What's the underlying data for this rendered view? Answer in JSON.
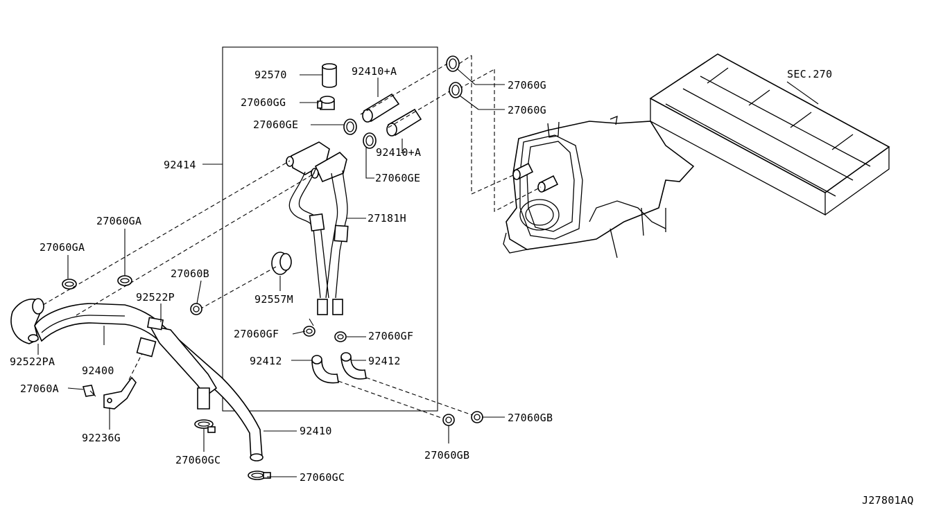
{
  "diagram_id": "J27801AQ",
  "section_ref": "SEC.270",
  "callouts": {
    "p92570": "92570",
    "p92410A_1": "92410+A",
    "p27060GG": "27060GG",
    "p27060GE_1": "27060GE",
    "p92414": "92414",
    "p92410A_2": "92410+A",
    "p27060GE_2": "27060GE",
    "p27181H": "27181H",
    "p27060G_1": "27060G",
    "p27060G_2": "27060G",
    "p27060GA_1": "27060GA",
    "p27060GA_2": "27060GA",
    "p27060B": "27060B",
    "p92557M": "92557M",
    "p92522P": "92522P",
    "p27060GF_1": "27060GF",
    "p27060GF_2": "27060GF",
    "p92522PA": "92522PA",
    "p92400": "92400",
    "p92412_1": "92412",
    "p92412_2": "92412",
    "p27060A": "27060A",
    "p92236G": "92236G",
    "p92410": "92410",
    "p27060GB_1": "27060GB",
    "p27060GB_2": "27060GB",
    "p27060GC_1": "27060GC",
    "p27060GC_2": "27060GC"
  }
}
